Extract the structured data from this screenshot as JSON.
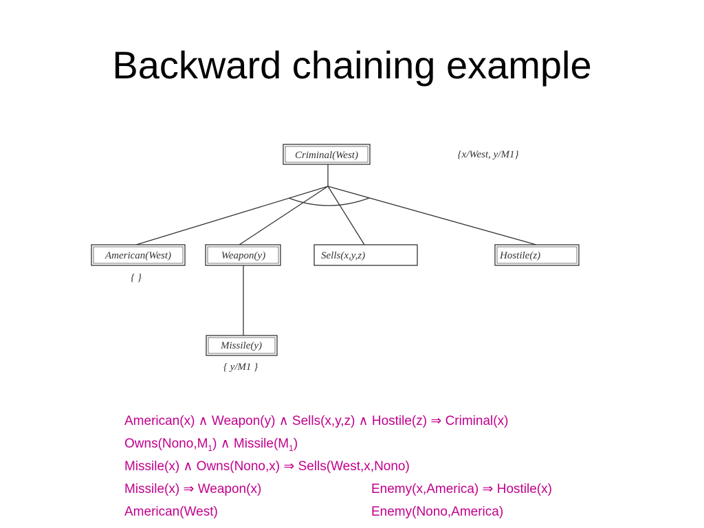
{
  "slide": {
    "title": "Backward chaining example"
  },
  "tree": {
    "root": {
      "label": "Criminal(West)",
      "substitution": "{x/West, y/M1}"
    },
    "children": [
      {
        "label": "American(West)",
        "substitution": "{ }"
      },
      {
        "label": "Weapon(y)"
      },
      {
        "label": "Sells(x,y,z)"
      },
      {
        "label": "Hostile(z)"
      }
    ],
    "grandchild": {
      "label": "Missile(y)",
      "substitution": "{ y/M1 }"
    }
  },
  "rules": {
    "line1": "American(x) ∧ Weapon(y) ∧ Sells(x,y,z) ∧ Hostile(z) ⇒ Criminal(x)",
    "line2_a": "Owns(Nono,M",
    "line2_sub1": "1",
    "line2_b": ") ∧ Missile(M",
    "line2_sub2": "1",
    "line2_c": ")",
    "line3": "Missile(x) ∧ Owns(Nono,x) ⇒ Sells(West,x,Nono)",
    "line4_left": "Missile(x) ⇒ Weapon(x)",
    "line4_right": "Enemy(x,America) ⇒ Hostile(x)",
    "line5_left": "American(West)",
    "line5_right": "Enemy(Nono,America)"
  },
  "colors": {
    "rules_text": "#c0008c"
  }
}
